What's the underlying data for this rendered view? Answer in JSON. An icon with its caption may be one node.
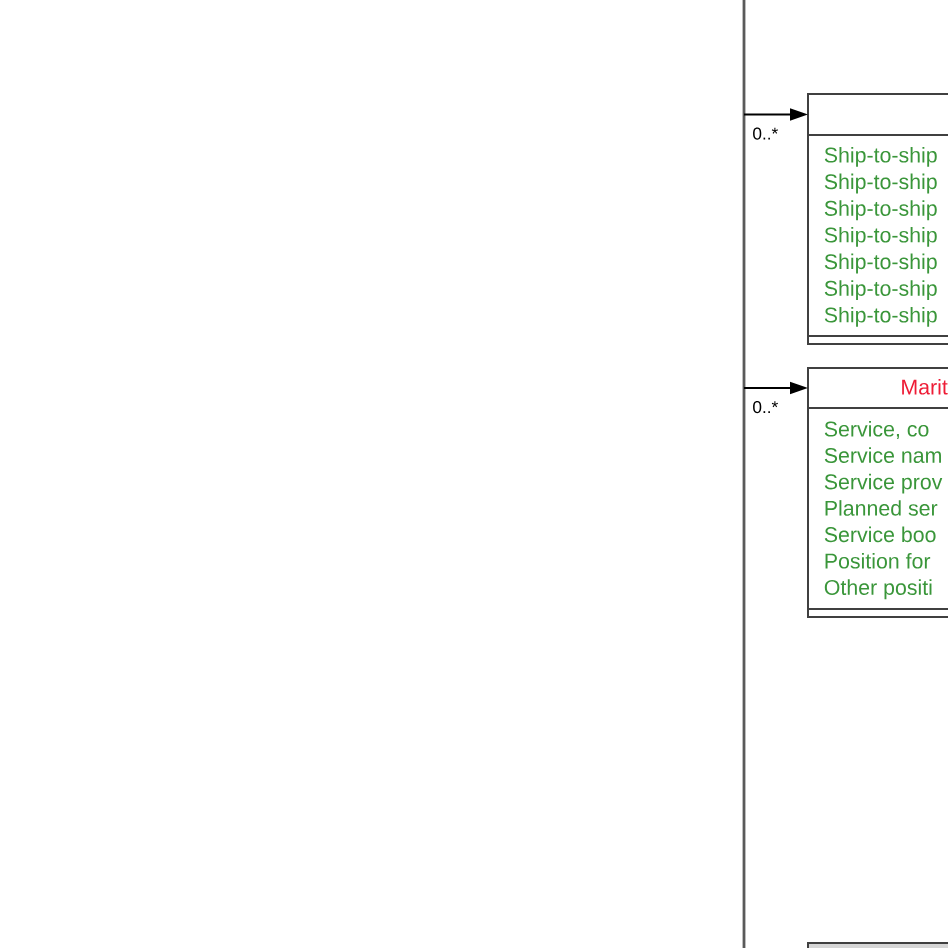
{
  "diagram": {
    "nodes": [
      {
        "text": [
          "Ship-to-ship",
          "Ship-to-ship",
          "Ship-to-ship",
          "Ship-to-ship",
          "Ship-to-ship",
          "Ship-to-ship",
          "Ship-to-ship"
        ]
      },
      {
        "text": [
          "Marit",
          "Service, co",
          "Service nam",
          "Service prov",
          "Planned ser",
          "Service boo",
          "Position for",
          "Other positi"
        ]
      },
      {
        "text": [],
        "shape": "box"
      }
    ],
    "edges": [
      {
        "from": null,
        "to": 0,
        "arrow": "to",
        "label": "0..*"
      },
      {
        "from": null,
        "to": 1,
        "arrow": "to",
        "label": "0..*"
      }
    ]
  }
}
